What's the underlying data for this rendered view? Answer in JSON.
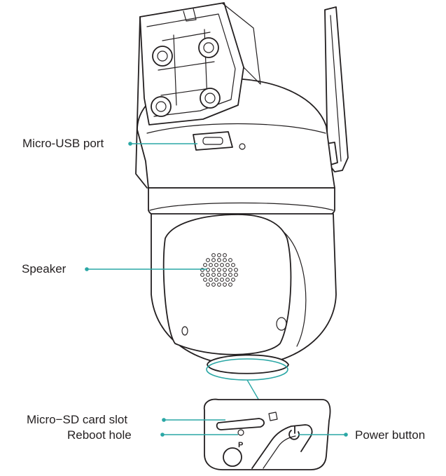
{
  "labels": {
    "micro_usb": "Micro-USB port",
    "speaker": "Speaker",
    "micro_sd": "Micro−SD card slot",
    "reboot": "Reboot hole",
    "power": "Power button",
    "p_mark": "P"
  },
  "colors": {
    "line": "#231f20",
    "leader": "#2aa7a5",
    "background": "#ffffff"
  },
  "icons": {
    "power": "power-icon"
  }
}
